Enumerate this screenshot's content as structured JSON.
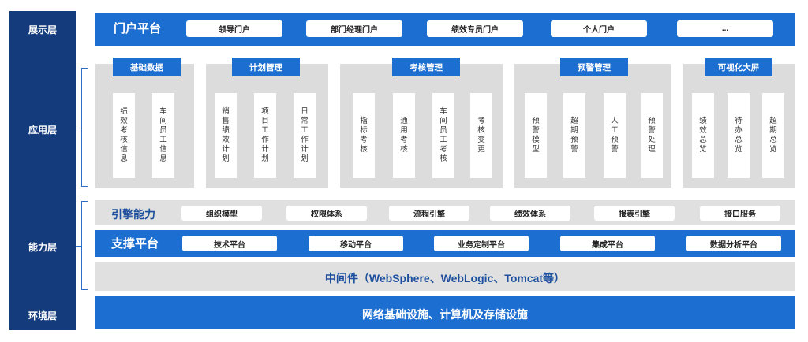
{
  "layers": {
    "display": "展示层",
    "application": "应用层",
    "capability": "能力层",
    "environment": "环境层"
  },
  "portal": {
    "title": "门户平台",
    "items": [
      "领导门户",
      "部门经理门户",
      "绩效专员门户",
      "个人门户",
      "..."
    ]
  },
  "app_groups": [
    {
      "title": "基础数据",
      "cards": [
        "绩效考核信息",
        "车间员工信息"
      ]
    },
    {
      "title": "计划管理",
      "cards": [
        "销售绩效计划",
        "项目工作计划",
        "日常工作计划"
      ]
    },
    {
      "title": "考核管理",
      "cards": [
        "指标考核",
        "通用考核",
        "车间员工考核",
        "考核变更"
      ]
    },
    {
      "title": "预警管理",
      "cards": [
        "预警模型",
        "超期预警",
        "人工预警",
        "预警处理"
      ]
    },
    {
      "title": "可视化大屏",
      "cards": [
        "绩效总览",
        "待办总览",
        "超期总览"
      ]
    }
  ],
  "engine": {
    "title": "引擎能力",
    "items": [
      "组织模型",
      "权限体系",
      "流程引擎",
      "绩效体系",
      "报表引擎",
      "接口服务"
    ]
  },
  "support": {
    "title": "支撑平台",
    "items": [
      "技术平台",
      "移动平台",
      "业务定制平台",
      "集成平台",
      "数据分析平台"
    ]
  },
  "middleware": {
    "text": "中间件（WebSphere、WebLogic、Tomcat等）"
  },
  "infrastructure": {
    "text": "网络基础设施、计算机及存储设施"
  },
  "colors": {
    "navy": "#143b7c",
    "blue": "#1c6fd1",
    "gray": "#dcdcdc",
    "title_blue": "#1e4f9e"
  }
}
